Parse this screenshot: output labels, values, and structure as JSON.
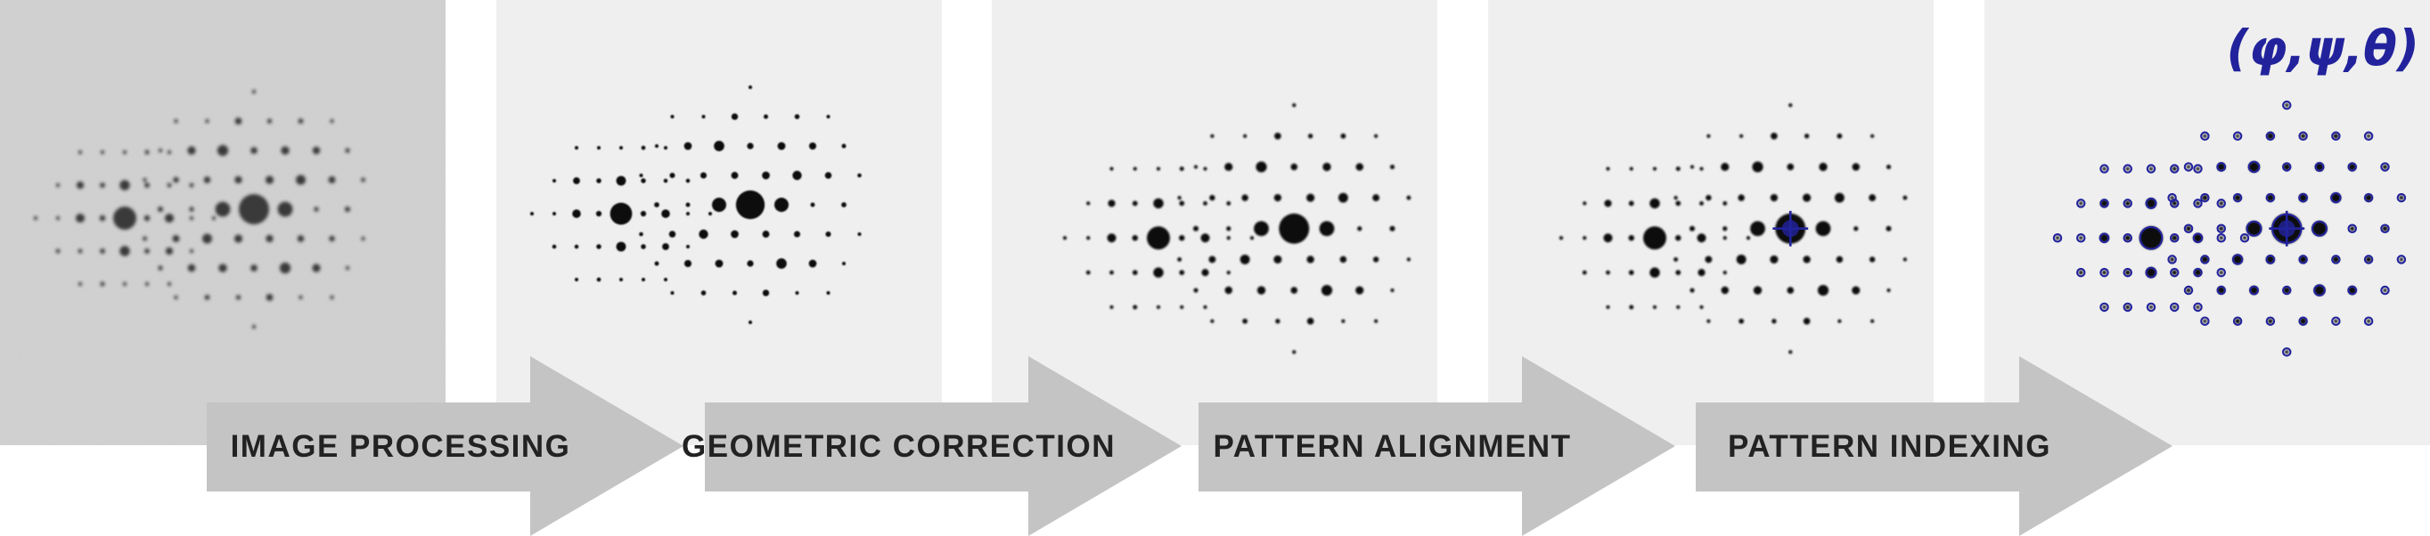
{
  "steps": [
    {
      "label": "IMAGE PROCESSING"
    },
    {
      "label": "GEOMETRIC CORRECTION"
    },
    {
      "label": "PATTERN ALIGNMENT"
    },
    {
      "label": "PATTERN INDEXING"
    }
  ],
  "result_label": "(φ,ψ,θ)",
  "colors": {
    "arrow_fill": "#c4c4c4",
    "panel_background": "#efefef",
    "raw_background": "#d4d4d4",
    "spot_color": "#111111",
    "index_marker_color": "#22239c"
  },
  "panels": [
    {
      "name": "raw-diffraction-pattern",
      "stage": "raw"
    },
    {
      "name": "processed-diffraction-pattern",
      "stage": "processed"
    },
    {
      "name": "corrected-diffraction-pattern",
      "stage": "corrected"
    },
    {
      "name": "aligned-diffraction-pattern",
      "stage": "aligned"
    },
    {
      "name": "indexed-diffraction-pattern",
      "stage": "indexed"
    }
  ],
  "icons": [
    "flow-arrow-icon",
    "center-crosshair-icon",
    "index-ring-icon"
  ]
}
